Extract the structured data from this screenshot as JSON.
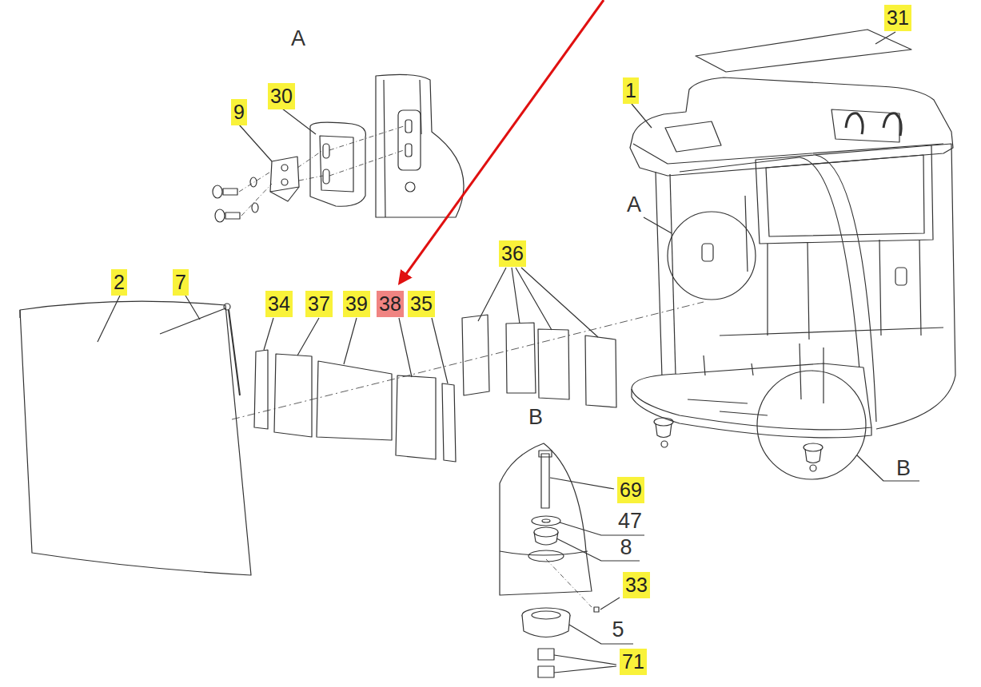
{
  "diagram": {
    "labels": [
      "31",
      "A",
      "30",
      "1",
      "9",
      "A",
      "36",
      "2",
      "7",
      "34",
      "37",
      "39",
      "38",
      "35",
      "B",
      "B",
      "69",
      "47",
      "8",
      "33",
      "5",
      "71"
    ]
  }
}
